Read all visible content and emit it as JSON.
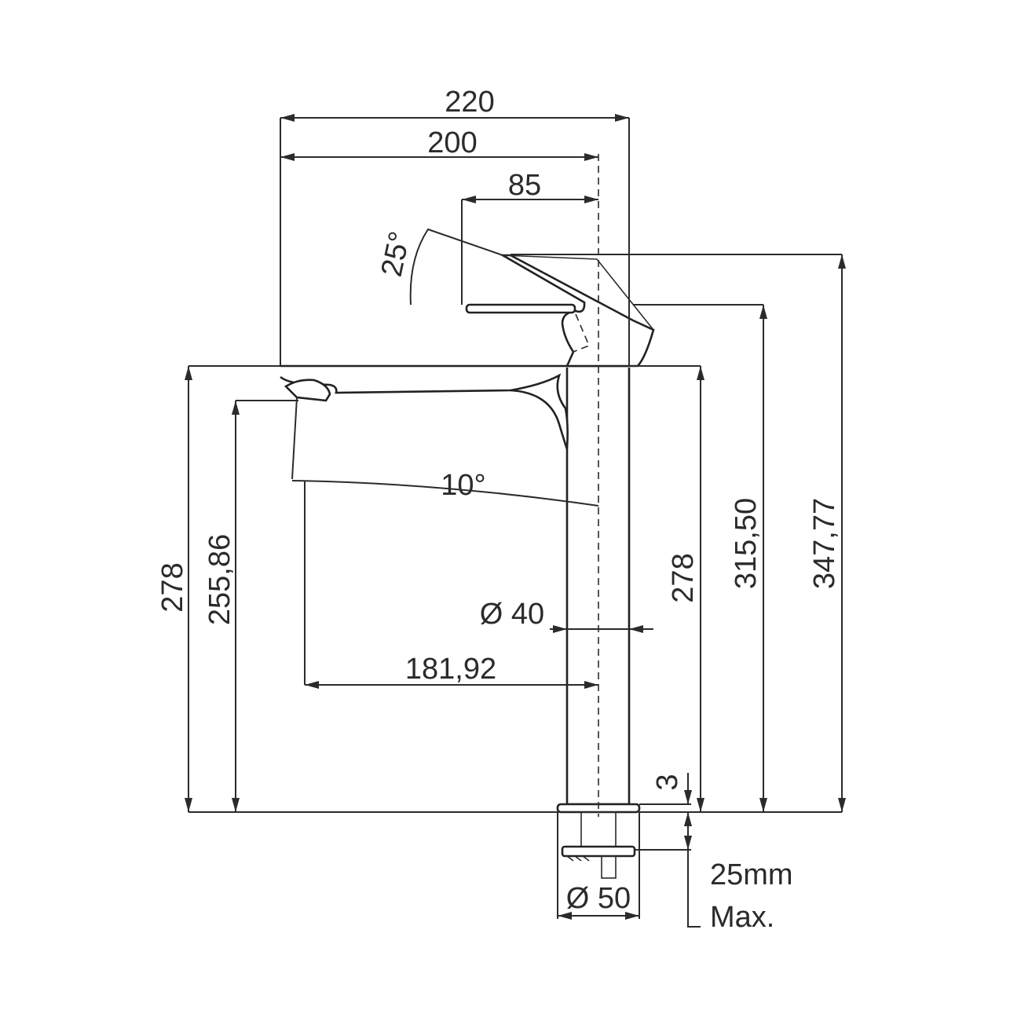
{
  "dimensions": {
    "overall_width": "220",
    "spout_reach": "200",
    "lever_offset": "85",
    "lever_angle": "25°",
    "spout_angle": "10°",
    "height_left_outer": "278",
    "outlet_height": "255,86",
    "spout_projection": "181,92",
    "body_diameter": "Ø 40",
    "height_right": "278",
    "lever_height": "315,50",
    "max_height": "347,77",
    "base_thickness": "3",
    "base_diameter": "Ø 50",
    "worktop_max": "25mm",
    "worktop_max_suffix": "Max."
  }
}
